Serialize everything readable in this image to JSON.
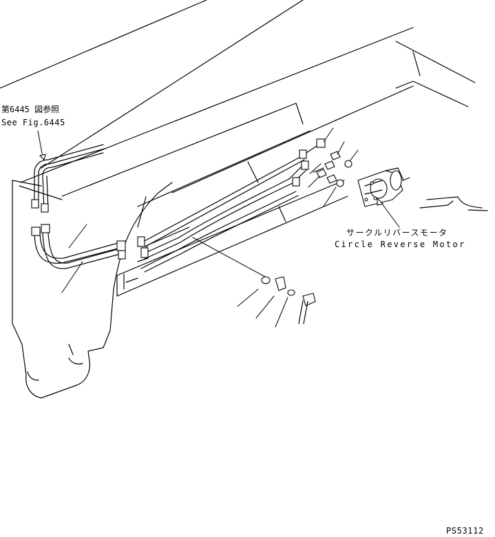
{
  "labels": {
    "reference_jp": "第6445 図参照",
    "reference_en": "See Fig.6445",
    "motor_jp": "サークルリバースモータ",
    "motor_en": "Circle Reverse Motor",
    "drawing_code": "PS53112"
  },
  "colors": {
    "line": "#000000",
    "background": "#ffffff"
  }
}
